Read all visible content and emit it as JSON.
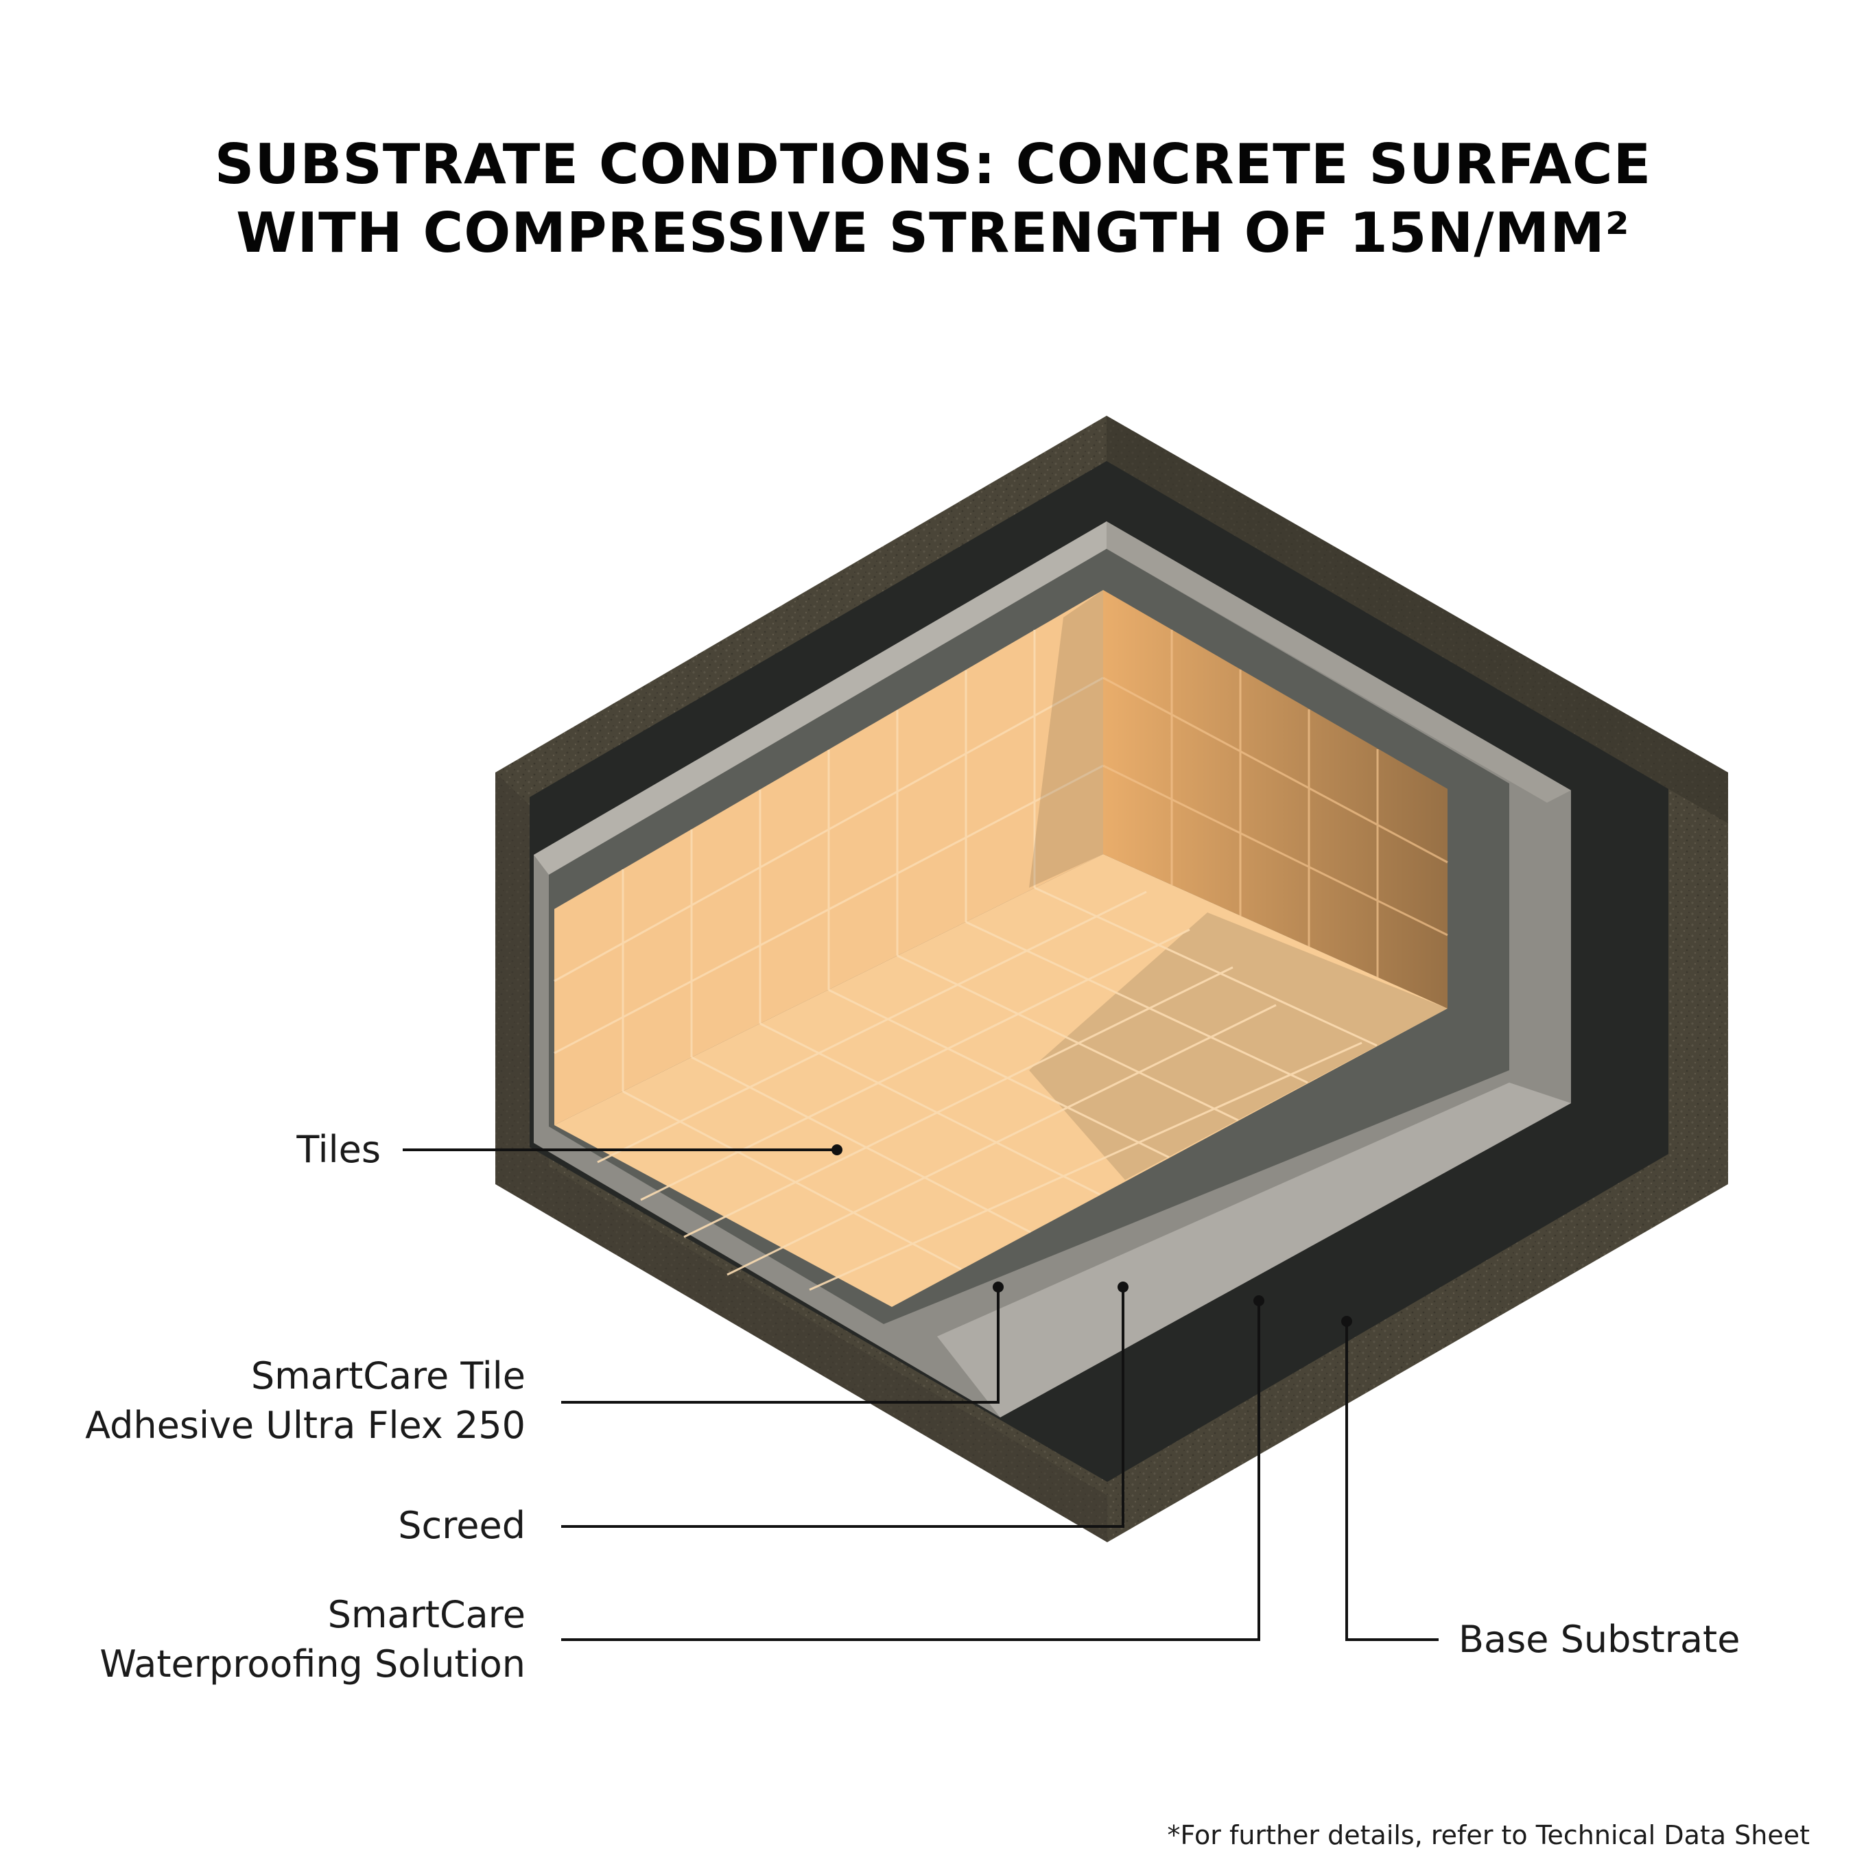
{
  "title": {
    "line1": "SUBSTRATE CONDTIONS: CONCRETE SURFACE",
    "line2": "WITH COMPRESSIVE STRENGTH OF 15N/MM²"
  },
  "labels": {
    "tiles": "Tiles",
    "adhesive_line1": "SmartCare Tile",
    "adhesive_line2": "Adhesive Ultra Flex 250",
    "screed": "Screed",
    "waterproofing_line1": "SmartCare",
    "waterproofing_line2": "Waterproofing Solution",
    "base": "Base Substrate"
  },
  "footnote": "*For further details, refer to Technical Data Sheet",
  "colors": {
    "substrate": "#4a4538",
    "substrate_dark": "#3b372d",
    "membrane": "#262826",
    "screed": "#8e8c86",
    "screed_light": "#aeaba5",
    "adhesive": "#5c5e59",
    "tile": "#f6c68d",
    "tile_grout": "#fbdcb2",
    "leader": "#111111"
  }
}
